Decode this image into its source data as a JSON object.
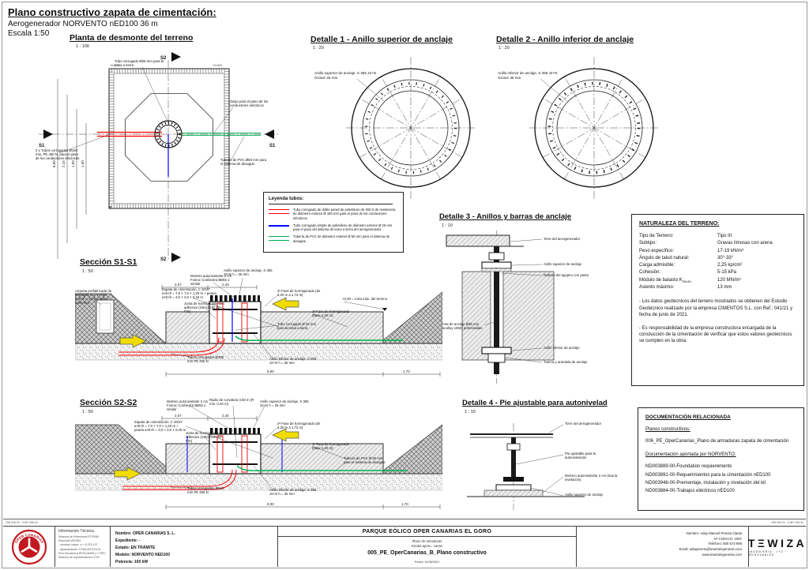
{
  "header": {
    "title": "Plano constructivo zapata de cimentación:",
    "subtitle": "Aerogenerador NORVENTO nED100 36 m",
    "scale": "Escala 1:50"
  },
  "colors": {
    "tube_electric": "#ff0000",
    "tube_ground": "#0000ff",
    "tube_drain": "#00b050",
    "arrow_yellow": "#f0dc00",
    "logo_red": "#c2191f"
  },
  "views": {
    "planta": {
      "title": "Planta de desmonte del terreno",
      "scale": "1 : 100",
      "marker_s1": "S1",
      "marker_s2": "S2",
      "level": "+0,000",
      "labels": {
        "tubo25": "Tubo corrugado Ø25 mm para la toma a tierra",
        "zanja": "Zanja para el paso de los conductores eléctricos",
        "tubos160": "2 x Tubos corrugados Ø160 mm, PE 450 N, para el paso de los conductores eléctricos",
        "pvc": "Tubería de PVC Ø50 mm para el sistema de desagüe"
      },
      "dims": {
        "d1": "2,15",
        "d2": "1,50",
        "d3": "1,50",
        "d4": "8,00"
      }
    },
    "detalle1": {
      "title": "Detalle 1 - Anillo superior de anclaje",
      "scale": "1 : 20",
      "note_line1": "Anillo superior de anclaje, S 355 J2+N",
      "note_line2": "Grosor 25 mm"
    },
    "detalle2": {
      "title": "Detalle 2 - Anillo inferior de anclaje",
      "scale": "1 : 20",
      "note_line1": "Anillo inferior de anclaje, S 355 J2+N",
      "note_line2": "Grosor 35 mm"
    },
    "detalle3": {
      "title": "Detalle 3 - Anillos y barras de anclaje",
      "scale": "1 : 10",
      "labels": {
        "torre": "Torre del aerogenerador",
        "anillo_sup": "Anillo superior de anclaje",
        "relleno": "Relleno del agujero con pasta",
        "barras": "Barras de anclaje Ø36 mm (Macalloy 1050) pretensadas",
        "anillo_inf": "Anillo inferior de anclaje",
        "tuerca": "Tuerca y arandela de anclaje"
      }
    },
    "detalle4": {
      "title": "Detalle 4 - Pie ajustable para autonivelad",
      "scale": "1 : 10",
      "labels": {
        "torre": "Torre del aerogenerador",
        "pie": "Pie ajustable para la autonivelación",
        "mortero": "Mortero autonivelante 2 cm (tras la nivelación)",
        "anillo_sup": "Anillo superior de anclaje"
      }
    },
    "seccion_s1": {
      "title": "Sección S1-S1",
      "scale": "1 : 50",
      "labels": {
        "arqueta": "Arqueta prefabricada de hormigón A-2, H-750 a×b×h = 1170 × 620 × 1200 mm",
        "zapata": "Zapata de cimentación, C 30/37 a×b×h = 7,0 × 7,0 × 1,20 m + peana a×b×h = 3,0 × 3,0 × 0,40 m",
        "mortero": "Mortero autonivelante 2 cm Fosroc Conbextra BB92 o similar",
        "anillo_sup": "Anillo superior de anclaje, S 355 J2+N h = 25 mm",
        "junta": "Junta de hormigonado con adhesivo (SIKADUR 32-FIX)",
        "fase2": "2ª Fase de hormigonado (de 1,20 m a 1,72 m)",
        "fase1": "1ª Fase de hormigonado (base 1,20 m)",
        "toma": "Tubo corrugado Ø 25 mm para la toma a tierra",
        "anillo_inf": "Anillo inferior de anclaje, S 355 J2+N h = 35 mm",
        "tubos160": "Tubos corrugados Ø160 mm PE 450 N",
        "cota": "+0,00 = Cota máx. del terreno"
      },
      "dims": {
        "a": "2,07",
        "b": "2,40",
        "c": "8,00",
        "d": "1,70"
      }
    },
    "seccion_s2": {
      "title": "Sección S2-S2",
      "scale": "1 : 50",
      "labels": {
        "zapata": "Zapata de cimentación, C 30/37 a×b×h = 7,0 × 7,0 × 1,20 m + peana a×b×h = 3,0 × 3,0 × 0,40 m",
        "mortero": "Mortero autonivelante 2 cm Fosroc Conbextra BB92 o similar",
        "radio": "Radio de curvatura 3,50 m (R mín. 0,20 m)",
        "anillo_sup": "Anillo superior de anclaje, S 355 J2+N h = 25 mm",
        "junta": "Junta de hormigonado con adhesivo (SIKADUR 32-FIX)",
        "fase2": "2ª Fase de hormigonado (de 1,20 m a 1,72 m)",
        "fase1": "1ª Fase de hormigonado (base 1,20 m)",
        "anillo_inf": "Anillo inferior de anclaje, S 355 J2+N h = 35 mm",
        "pvc": "Tubería de PVC Ø 50 mm para el sistema de desagüe",
        "tubos160": "Tubos corrugados Ø160 mm PE 450 N"
      },
      "dims": {
        "a": "2,07",
        "b": "2,40",
        "c": "8,00",
        "d": "1,70"
      }
    }
  },
  "legend": {
    "title": "Leyenda tubos:",
    "items": [
      {
        "text": "Tubo corrugado de doble pared de polietileno de 450 N de resistencia de diámetro exterior Ø 160 mm para el paso de los conductores eléctricos."
      },
      {
        "text": "Tubo corrugado simple de polietileno de diámetro exterior Ø 25 mm para el paso del sistema de toma a tierra del aerogenerador."
      },
      {
        "text": "Tubería de PVC de diámetro exterior Ø 50 mm para el sistema de desagüe."
      }
    ]
  },
  "terreno": {
    "title": "NATURALEZA DEL TERRENO:",
    "rows": [
      {
        "label": "Tipo de Terreno:",
        "value": "Tipo III"
      },
      {
        "label": "Subtipo:",
        "value": "Gravas limosas con arena"
      },
      {
        "label": "Peso específico:",
        "value": "17-19 kN/m³"
      },
      {
        "label": "Ángulo de talud natural:",
        "value": "30°-33°"
      },
      {
        "label": "Carga admisible:",
        "value": "2,25 kp/cm²"
      },
      {
        "label": "Cohesión:",
        "value": "5-15 kPa"
      },
      {
        "label": "Módulo de balasto K",
        "value": "120 MN/m³"
      },
      {
        "label": "Asiento máximo:",
        "value": "13 mm"
      }
    ],
    "balasto_sub": "30x30:",
    "notes": [
      "- Los datos geotécnicos del terreno mostrados se obtienen del Estudio Geotécnico realizado por la empresa CIMENTOS S.L. con Ref.: 041/21 y fecha de junio de 2021.",
      "- Es responsabilidad de la empresa constructora encargada de la constucción de la cimentación de verificar que estos valores geotécnicos se cumplen en la obra."
    ]
  },
  "docs": {
    "title": "DOCUMENTACIÓN RELACIONADA",
    "plans_heading": "Planos constructivos:",
    "plans": [
      "006_PE_OperCanarias_Plano de armaduras zapata de cimentación"
    ],
    "norvento_heading": "Documentación aportada por NORVENTO:",
    "norvento": [
      "ND003889-00-Foundation requierements",
      "ND003891-00-Requerimientos para la cimentación nED100",
      "ND003946-00-Premontaje, instalación y nivelación del kit",
      "ND003884-00-Trabajos eléctricos nED100"
    ]
  },
  "titleblock": {
    "corner_left": "208.236,78 - 3.087.296,42",
    "corner_right": "208.236,78 - 3.087.296,42",
    "project": "PARQUE EÓLICO OPER CANARIAS EL GORO",
    "plan_type": "Plano de armaduras",
    "scale_note": "Escala aprox.: varias",
    "doc_name": "005_PE_OperCanarias_B_Plano constructivo",
    "date": "Fecha: 11/06/2021",
    "logo_text": "OPER CANARIAS",
    "info_tecnica": {
      "heading": "Información Técnica",
      "lines": [
        "Sistema de Referencia ETRS89",
        "Elipsoide WGS84",
        "- semieje mayor: a = 6.378.137",
        "- aplanamiento: 1/298,257222101",
        "Red Geodésica REGCAN95 (= ITRF)",
        "Sistema de representación UTM"
      ]
    },
    "project_data": {
      "lines": [
        "Nombre: OPER CANARIAS S. L.",
        "Expediente: -",
        "Estado: EN TRÁMITE",
        "Modelo: NORVENTO NED100",
        "Potencia: 100 kW"
      ]
    },
    "engineer": {
      "lines": [
        "Nombre: Aday Manuel Pereira Ojeda",
        "Nº COIGCO: 2097",
        "Teléfono: 680 673 896",
        "Email: adayperera@tewizaingenieria.com",
        "www.tewizaingenieria.com"
      ]
    },
    "tewiza": {
      "name": "TΞWIZA",
      "tagline": "INGENIERÍA · I+D · RENOVABLES"
    }
  }
}
